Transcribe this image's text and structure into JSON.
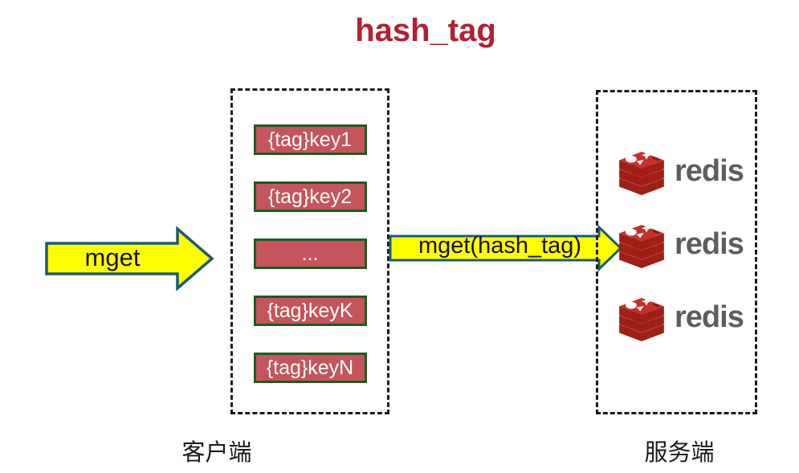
{
  "title": "hash_tag",
  "client": {
    "label": "客户端",
    "keys": [
      "{tag}key1",
      "{tag}key2",
      "...",
      "{tag}keyK",
      "{tag}keyN"
    ]
  },
  "server": {
    "label": "服务端",
    "nodes": [
      {
        "label": "redis"
      },
      {
        "label": "redis"
      },
      {
        "label": "redis"
      }
    ]
  },
  "arrows": {
    "mget_label": "mget",
    "mget_hash_tag_label": "mget(hash_tag)"
  },
  "colors": {
    "title_text": "#b12033",
    "key_box_fill": "#c5545c",
    "key_box_border": "#1e5b21",
    "key_text": "#ffffff",
    "arrow_fill": "#ffff00",
    "arrow_border": "#1c5a78",
    "arrow_text": "#111111",
    "redis_red": "#c6302b",
    "redis_dark_red": "#9e1f15",
    "redis_text": "#5d5d5d",
    "dashed_border": "#1a1a1a",
    "background": "#ffffff"
  }
}
